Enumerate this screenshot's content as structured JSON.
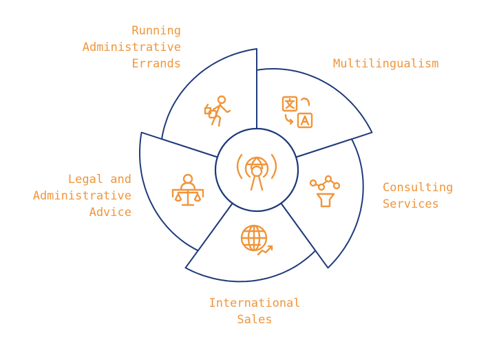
{
  "colors": {
    "accent": "#f0953a",
    "outline": "#1e3a7a"
  },
  "segments": [
    {
      "label_lines": [
        "Running",
        "Administrative",
        "Errands"
      ],
      "icon": "walking-person-with-bag-icon"
    },
    {
      "label_lines": [
        "Multilingualism"
      ],
      "icon": "translate-icon"
    },
    {
      "label_lines": [
        "Consulting",
        "Services"
      ],
      "icon": "funnel-network-icon"
    },
    {
      "label_lines": [
        "International",
        "Sales"
      ],
      "icon": "globe-trend-icon"
    },
    {
      "label_lines": [
        "Legal and",
        "Administrative",
        "Advice"
      ],
      "icon": "lawyer-scales-icon"
    }
  ],
  "center": {
    "icon": "globe-broadcast-tower-icon"
  }
}
